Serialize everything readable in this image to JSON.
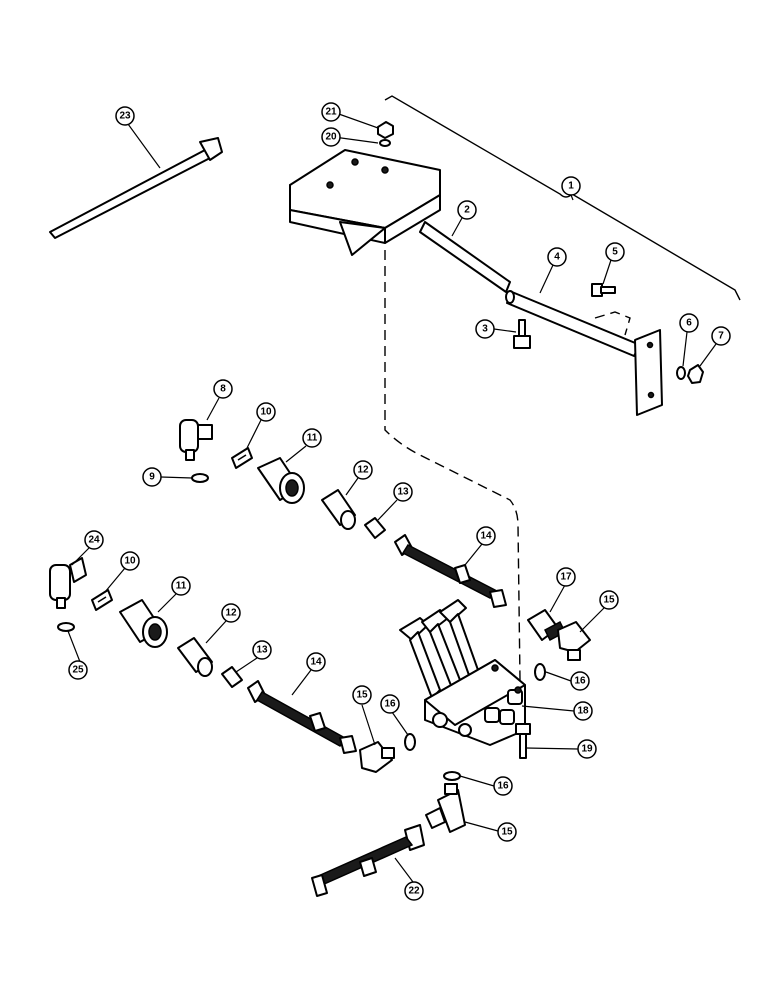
{
  "callouts": [
    {
      "id": "c1",
      "label": "1"
    },
    {
      "id": "c2",
      "label": "2"
    },
    {
      "id": "c3",
      "label": "3"
    },
    {
      "id": "c4",
      "label": "4"
    },
    {
      "id": "c5",
      "label": "5"
    },
    {
      "id": "c6",
      "label": "6"
    },
    {
      "id": "c7",
      "label": "7"
    },
    {
      "id": "c8",
      "label": "8"
    },
    {
      "id": "c9",
      "label": "9"
    },
    {
      "id": "c10a",
      "label": "10"
    },
    {
      "id": "c10b",
      "label": "10"
    },
    {
      "id": "c11a",
      "label": "11"
    },
    {
      "id": "c11b",
      "label": "11"
    },
    {
      "id": "c12a",
      "label": "12"
    },
    {
      "id": "c12b",
      "label": "12"
    },
    {
      "id": "c13a",
      "label": "13"
    },
    {
      "id": "c13b",
      "label": "13"
    },
    {
      "id": "c14a",
      "label": "14"
    },
    {
      "id": "c14b",
      "label": "14"
    },
    {
      "id": "c15a",
      "label": "15"
    },
    {
      "id": "c15b",
      "label": "15"
    },
    {
      "id": "c15c",
      "label": "15"
    },
    {
      "id": "c16a",
      "label": "16"
    },
    {
      "id": "c16b",
      "label": "16"
    },
    {
      "id": "c16c",
      "label": "16"
    },
    {
      "id": "c17",
      "label": "17"
    },
    {
      "id": "c18",
      "label": "18"
    },
    {
      "id": "c19",
      "label": "19"
    },
    {
      "id": "c20",
      "label": "20"
    },
    {
      "id": "c21",
      "label": "21"
    },
    {
      "id": "c22",
      "label": "22"
    },
    {
      "id": "c23",
      "label": "23"
    },
    {
      "id": "c24",
      "label": "24"
    },
    {
      "id": "c25",
      "label": "25"
    }
  ]
}
